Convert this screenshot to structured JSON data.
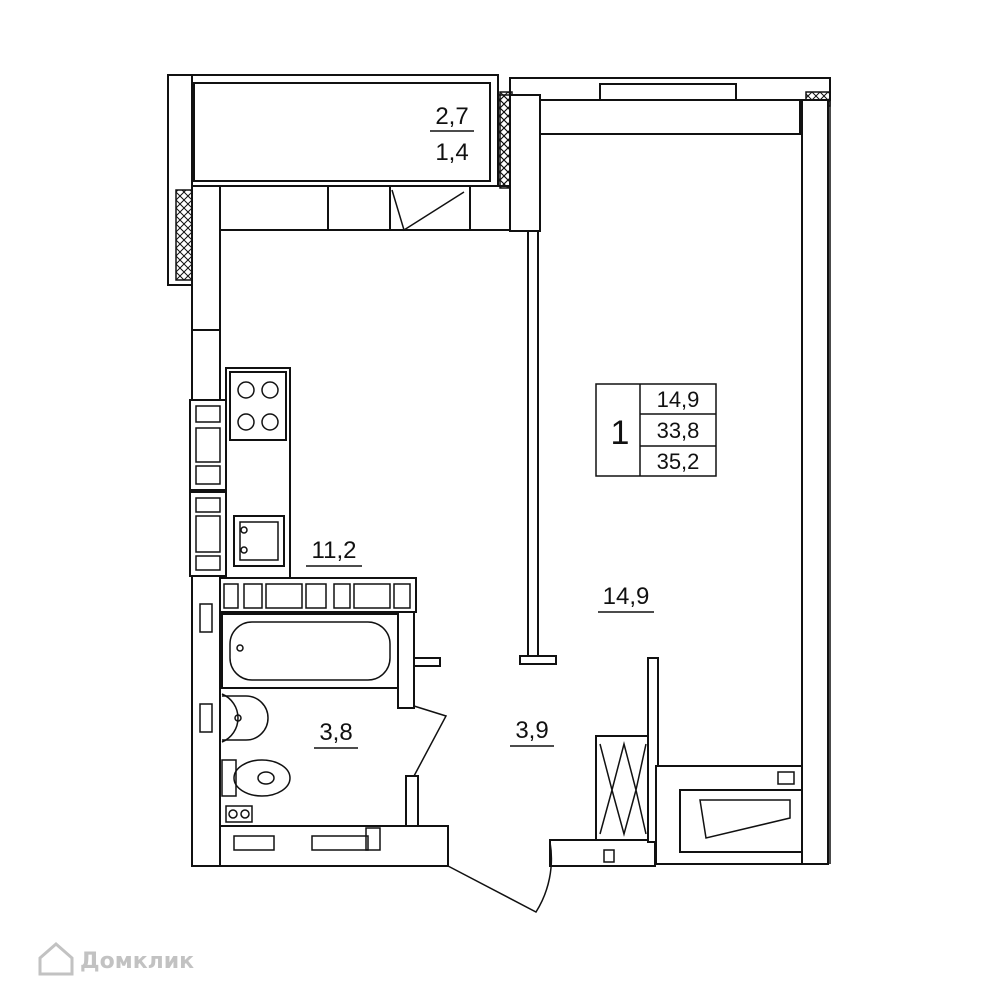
{
  "balcony": {
    "area_top": "2,7",
    "area_bottom": "1,4"
  },
  "rooms": {
    "kitchen": "11,2",
    "living": "14,9",
    "bathroom": "3,8",
    "hall": "3,9"
  },
  "summary": {
    "rooms_count": "1",
    "living_area": "14,9",
    "total_area": "33,8",
    "total_with_balcony": "35,2"
  },
  "watermark": {
    "text": "Домклик"
  }
}
